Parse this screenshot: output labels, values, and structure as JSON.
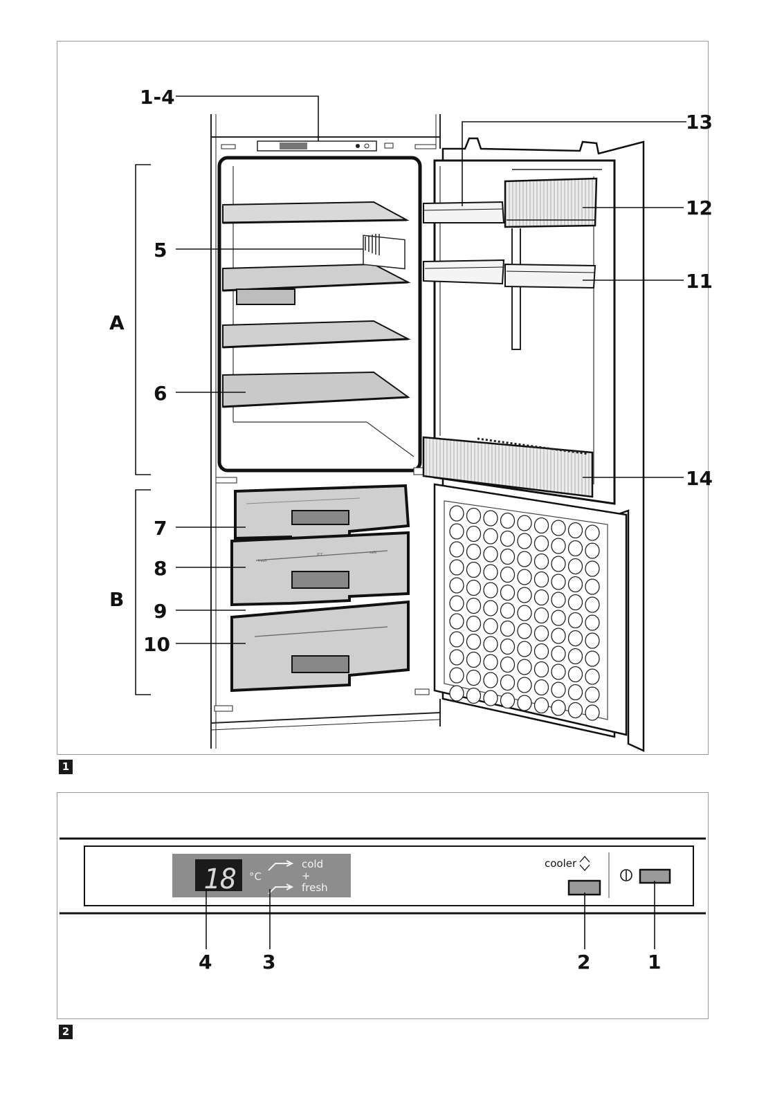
{
  "figure1": {
    "badge": "1",
    "labels": {
      "controls": "1-4",
      "light": "5",
      "shelf": "6",
      "drawer7": "7",
      "drawer8": "8",
      "divider9": "9",
      "drawer10": "10",
      "door_rack11": "11",
      "butter12": "12",
      "door_rack13": "13",
      "bottle_rack14": "14",
      "zone_a": "A",
      "zone_b": "B"
    },
    "drawer_marks": {
      "left": "fresh",
      "mid": "0°C",
      "right": "safe"
    }
  },
  "figure2": {
    "badge": "2",
    "display_value": "18",
    "unit": "°C",
    "mode_cold": "cold",
    "mode_plus": "+",
    "mode_fresh": "fresh",
    "cooler_label": "cooler",
    "labels": {
      "display": "4",
      "indicator": "3",
      "cooler_button": "2",
      "power_button": "1"
    }
  }
}
